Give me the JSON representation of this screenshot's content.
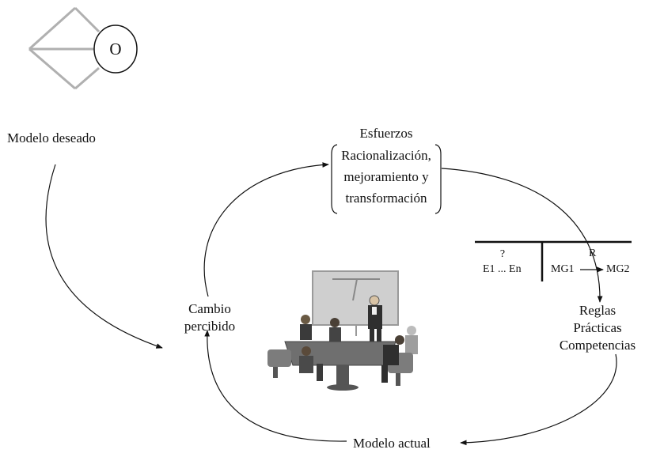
{
  "symbol": {
    "circle_label": "O"
  },
  "desired_model": {
    "label": "Modelo deseado"
  },
  "efforts": {
    "title": "Esfuerzos",
    "lines": [
      "Racionalización,",
      "mejoramiento y",
      "transformación"
    ]
  },
  "perceived_change": {
    "lines": [
      "Cambio",
      "percibido"
    ]
  },
  "rules": {
    "lines": [
      "Reglas",
      "Prácticas",
      "Competencias"
    ]
  },
  "current_model": {
    "label": "Modelo actual"
  },
  "t_chart": {
    "left_top": "?",
    "left_bottom": "E1 ... En",
    "right_top": "R",
    "mg1": "MG1",
    "mg2": "MG2"
  },
  "colors": {
    "line": "#111111",
    "gray_line": "#b0b0b0",
    "board": "#c9c9c9",
    "table": "#6f6f6f"
  }
}
